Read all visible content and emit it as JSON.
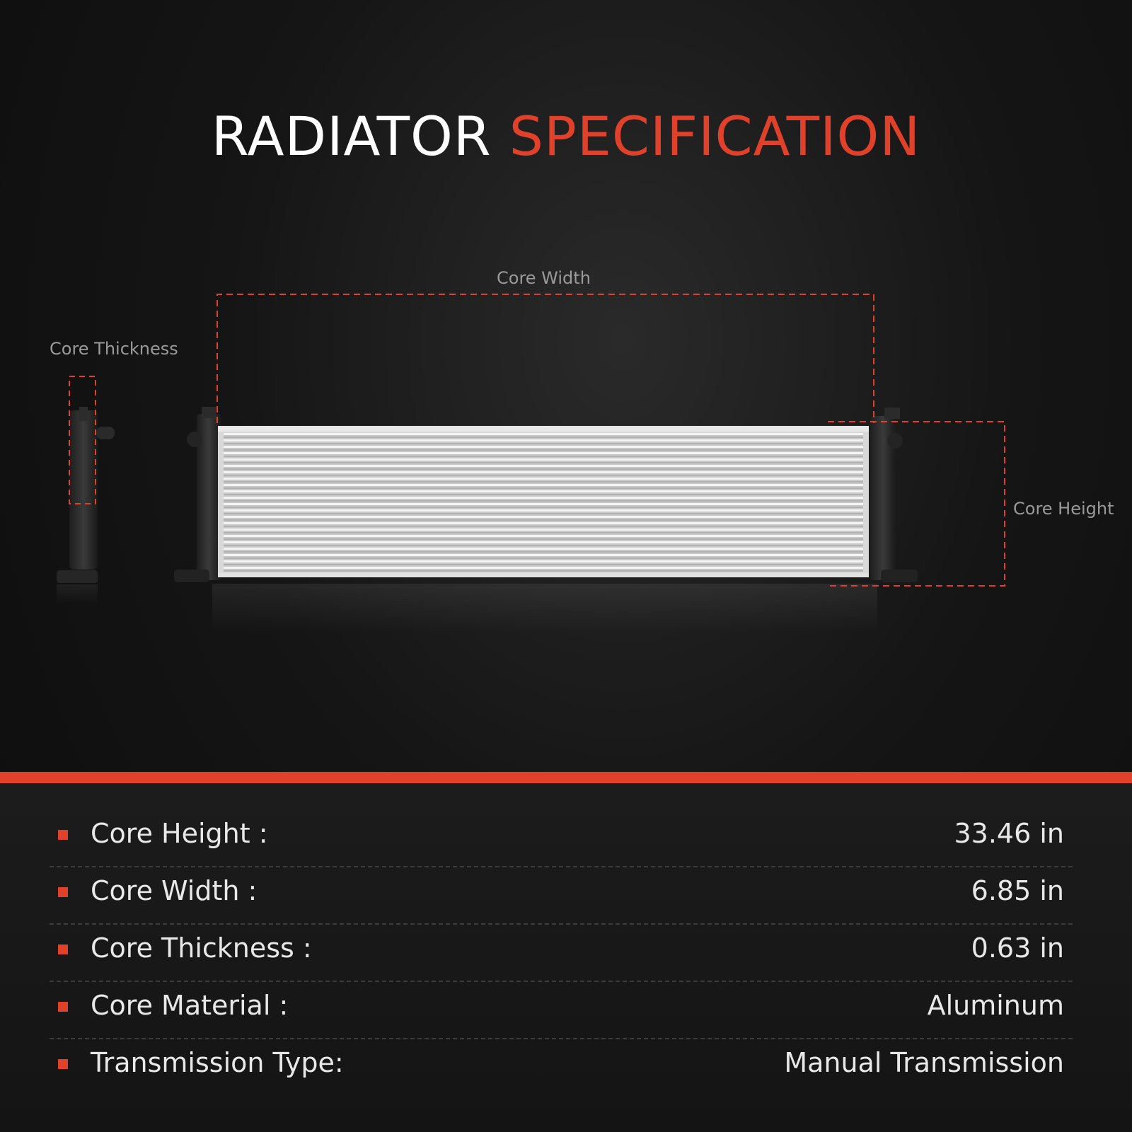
{
  "title": {
    "part1": "RADIATOR",
    "part2": "SPECIFICATION"
  },
  "diagram": {
    "label_core_width": "Core Width",
    "label_core_thickness": "Core Thickness",
    "label_core_height": "Core Height"
  },
  "specs": [
    {
      "label": "Core Height :",
      "value": "33.46 in"
    },
    {
      "label": "Core Width :",
      "value": "6.85 in"
    },
    {
      "label": "Core Thickness :",
      "value": "0.63 in"
    },
    {
      "label": "Core Material :",
      "value": "Aluminum"
    },
    {
      "label": "Transmission Type:",
      "value": "Manual Transmission"
    }
  ],
  "colors": {
    "accent": "#e0412a",
    "background": "#111111",
    "text": "#e8e8e8",
    "label_gray": "#9a9a9a"
  }
}
